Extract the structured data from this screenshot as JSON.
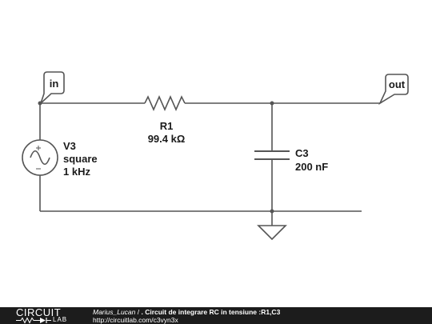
{
  "diagram": {
    "ports": {
      "in": "in",
      "out": "out"
    },
    "source": {
      "name": "V3",
      "waveform": "square",
      "frequency": "1 kHz"
    },
    "resistor": {
      "name": "R1",
      "value": "99.4 kΩ"
    },
    "capacitor": {
      "name": "C3",
      "value": "200 nF"
    }
  },
  "footer": {
    "logo_top": "CIRCUIT",
    "logo_bottom": "LAB",
    "author": "Marius_Lucan",
    "separator": " / ",
    "title": ". Circuit de integrare RC in tensiune :R1,C3",
    "url": "http://circuitlab.com/c3vyn3x"
  },
  "colors": {
    "wire": "#555555",
    "text": "#1a1a1a",
    "footer_background": "#1c1c1c",
    "footer_text": "#ffffff"
  }
}
